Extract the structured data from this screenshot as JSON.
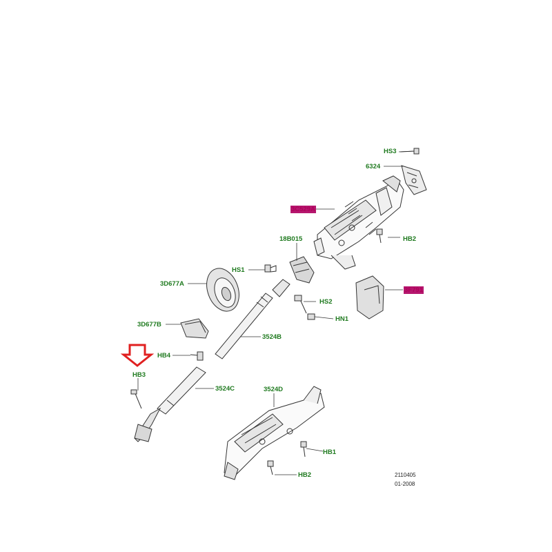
{
  "colors": {
    "label": "#1f7a1f",
    "highlight": "#b5176e",
    "arrow": "#e02020",
    "line": "#333333"
  },
  "icons": [
    "down-arrow-icon"
  ],
  "labels": {
    "hs3": "HS3",
    "p6324": "6324",
    "p3c529a": "3C529A",
    "p18b015": "18B015",
    "hb2_top": "HB2",
    "hs1": "HS1",
    "p3d677a": "3D677A",
    "hs2": "HS2",
    "hn1": "HN1",
    "p3f791": "3F791",
    "p3d677b": "3D677B",
    "p3524b": "3524B",
    "hb4": "HB4",
    "hb3": "HB3",
    "p3524c": "3524C",
    "p3524d": "3524D",
    "hb1": "HB1",
    "hb2_bottom": "HB2"
  },
  "reference": {
    "number": "2110405",
    "date": "01-2008"
  }
}
